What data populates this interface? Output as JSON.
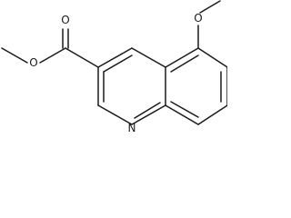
{
  "molecule": {
    "atoms": [
      {
        "element": "O",
        "label": "O"
      },
      {
        "element": "O",
        "label": "O"
      },
      {
        "element": "O",
        "label": "O"
      },
      {
        "element": "N",
        "label": "N"
      }
    ]
  },
  "colors": {
    "bond": "#1a1a1a",
    "background": "#ffffff"
  }
}
